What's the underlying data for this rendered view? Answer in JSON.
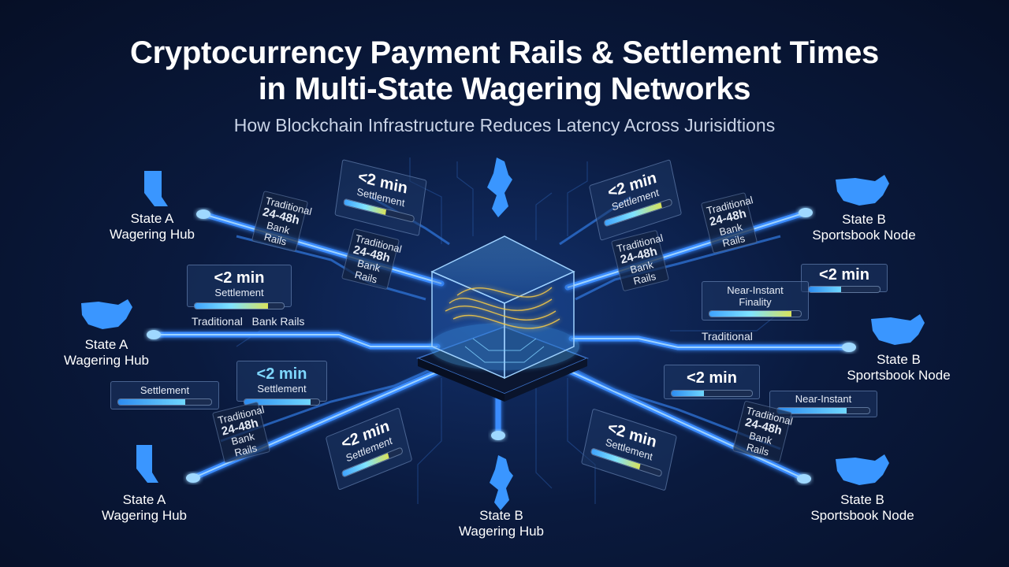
{
  "title_line1": "Cryptocurrency Payment Rails & Settlement Times",
  "title_line2": "in Multi-State Wagering Networks",
  "subtitle": "How Blockchain Infrastructure Reduces Latency Across Jurisidtions",
  "nodes": {
    "state_a_top": {
      "name": "State A",
      "role": "Wagering Hub"
    },
    "state_a_mid": {
      "name": "State A",
      "role": "Wagering Hub"
    },
    "state_a_bottom": {
      "name": "State A",
      "role": "Wagering Hub"
    },
    "state_b_top": {
      "name": "State B",
      "role": "Sportsbook Node"
    },
    "state_b_mid": {
      "name": "State B",
      "role": "Sportsbook Node"
    },
    "state_b_bottom": {
      "name": "State B",
      "role": "Sportsbook Node"
    },
    "state_b_hub": {
      "name": "State B",
      "role": "Wagering Hub"
    }
  },
  "panels": {
    "fast": "<2 min",
    "settlement": "Settlement",
    "near_instant": "Near-Instant",
    "finality": "Finality",
    "traditional": "Traditional",
    "bank_rails": "Bank Rails",
    "traditional_bank_rails": "Traditional   Bank Rails",
    "duration": "24-48h"
  },
  "colors": {
    "rail_blue": "#3b8cff",
    "rail_glow": "#7fc6ff",
    "accent_yellow": "#d8e25a",
    "map_blue": "#3a96ff"
  }
}
